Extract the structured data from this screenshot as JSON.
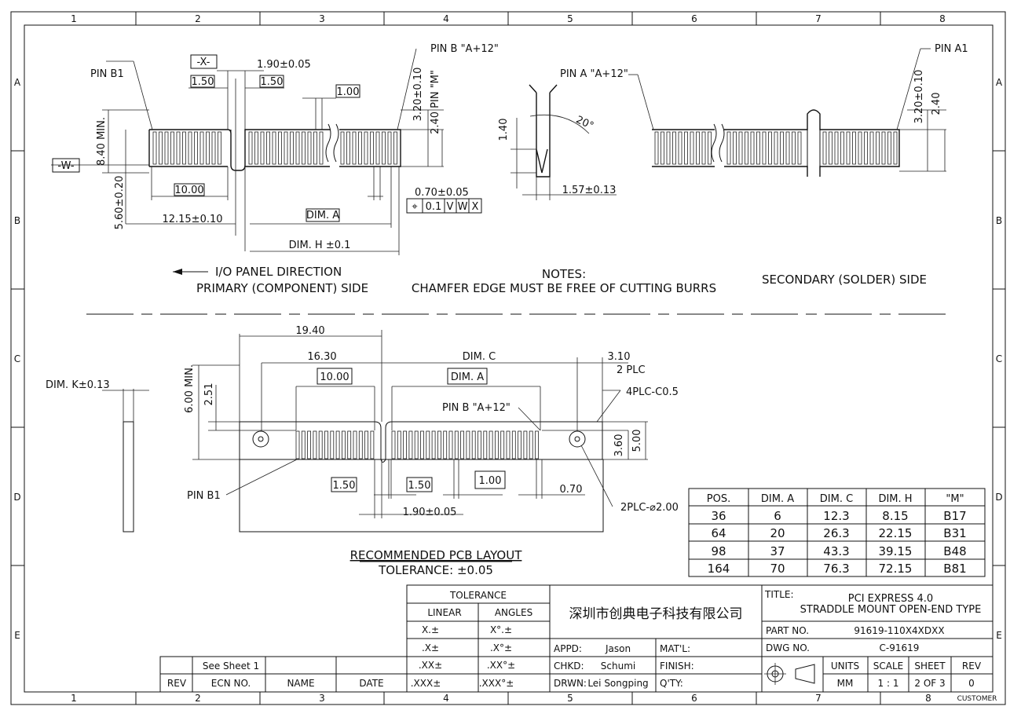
{
  "border": {
    "columns": [
      "1",
      "2",
      "3",
      "4",
      "5",
      "6",
      "7",
      "8"
    ],
    "rows": [
      "A",
      "B",
      "C",
      "D",
      "E"
    ]
  },
  "top_view": {
    "x_datum": "-X-",
    "w_datum": "-W-",
    "pin_b1": "PIN B1",
    "pin_b_a12": "PIN B \"A+12\"",
    "pin_a_a12": "PIN A \"A+12\"",
    "pin_a1": "PIN A1",
    "d_190": "1.90±0.05",
    "d_150a": "1.50",
    "d_150b": "1.50",
    "d_100": "1.00",
    "d_840": "8.40 MIN.",
    "d_560": "5.60±0.20",
    "d_1000": "10.00",
    "d_1215": "12.15±0.10",
    "dim_a": "DIM. A",
    "dim_h": "DIM. H ±0.1",
    "d_070": "0.70±0.05",
    "fcf": [
      "⌖",
      "0.1",
      "V",
      "W",
      "X"
    ],
    "d_320": "3.20±0.10",
    "d_240m": "2.40 PIN \"M\"",
    "d_140": "1.40",
    "d_20deg": "20°",
    "d_157": "1.57±0.13",
    "d_320b": "3.20±0.10",
    "d_240b": "2.40"
  },
  "captions": {
    "io_dir": "I/O PANEL DIRECTION",
    "primary": "PRIMARY (COMPONENT) SIDE",
    "notes_title": "NOTES:",
    "notes_text": "CHAMFER EDGE MUST BE FREE OF CUTTING BURRS",
    "secondary": "SECONDARY (SOLDER) SIDE"
  },
  "pcb_view": {
    "dim_k": "DIM. K±0.13",
    "d_1940": "19.40",
    "d_1630": "16.30",
    "dim_c": "DIM. C",
    "d_310": "3.10",
    "two_plc": "2 PLC",
    "four_plc": "4PLC-C0.5",
    "d_1000": "10.00",
    "dim_a": "DIM. A",
    "d_600": "6.00 MIN.",
    "d_251": "2.51",
    "pin_b_a12": "PIN B \"A+12\"",
    "pin_b1": "PIN B1",
    "d_500": "5.00",
    "d_360": "3.60",
    "d_150a": "1.50",
    "d_150b": "1.50",
    "d_100": "1.00",
    "d_070": "0.70",
    "d_190": "1.90±0.05",
    "d_hole": "2PLC-⌀2.00",
    "rec_layout": "RECOMMENDED PCB LAYOUT",
    "tolerance": "TOLERANCE: ±0.05"
  },
  "dim_table": {
    "headers": [
      "POS.",
      "DIM. A",
      "DIM. C",
      "DIM. H",
      "\"M\""
    ],
    "rows": [
      [
        "36",
        "6",
        "12.3",
        "8.15",
        "B17"
      ],
      [
        "64",
        "20",
        "26.3",
        "22.15",
        "B31"
      ],
      [
        "98",
        "37",
        "43.3",
        "39.15",
        "B48"
      ],
      [
        "164",
        "70",
        "76.3",
        "72.15",
        "B81"
      ]
    ]
  },
  "title_block": {
    "tolerance": "TOLERANCE",
    "linear": "LINEAR",
    "angles": "ANGLES",
    "lin_vals": [
      "X.±",
      ".X±",
      ".XX±",
      ".XXX±"
    ],
    "ang_vals": [
      "X°.±",
      ".X°±",
      ".XX°±",
      ".XXX°±"
    ],
    "company": "深圳市创典电子科技有限公司",
    "appd_label": "APPD:",
    "appd_val": "Jason",
    "chkd_label": "CHKD:",
    "chkd_val": "Schumi",
    "drwn_label": "DRWN:",
    "drwn_val": "Lei Songping",
    "matl_label": "MAT'L:",
    "finish_label": "FINISH:",
    "qty_label": "Q'TY:",
    "title_label": "TITLE:",
    "title_line1": "PCI EXPRESS 4.0",
    "title_line2": "STRADDLE MOUNT OPEN-END TYPE",
    "part_label": "PART NO.",
    "part_val": "91619-110X4XDXX",
    "dwg_label": "DWG NO.",
    "dwg_val": "C-91619",
    "units_label": "UNITS",
    "units_val": "MM",
    "scale_label": "SCALE",
    "scale_val": "1 : 1",
    "sheet_label": "SHEET",
    "sheet_val": "2 OF 3",
    "rev_label": "REV",
    "rev_val": "0",
    "customer": "CUSTOMER"
  },
  "rev_block": {
    "see_sheet": "See Sheet 1",
    "headers": [
      "REV",
      "ECN NO.",
      "NAME",
      "DATE"
    ]
  }
}
